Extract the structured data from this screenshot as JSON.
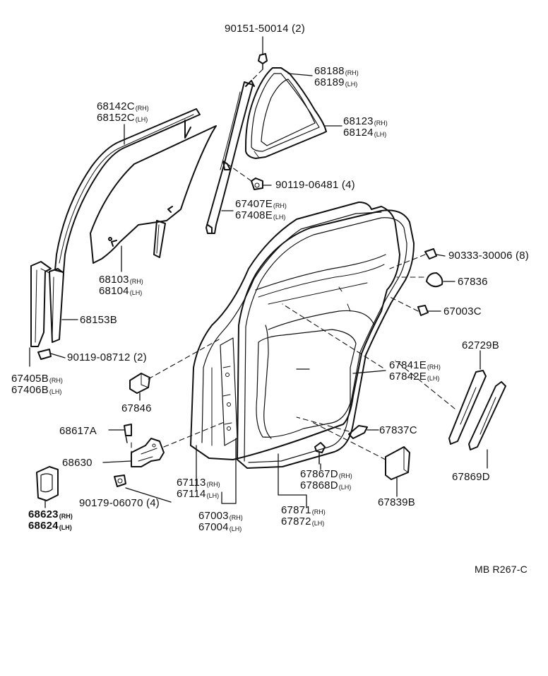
{
  "diagram": {
    "callouts": [
      {
        "id": "c01",
        "part": "90151-50014",
        "suffix": "",
        "qty": "(2)"
      },
      {
        "id": "c02",
        "part": "68188",
        "suffix": "(RH)",
        "qty": ""
      },
      {
        "id": "c03",
        "part": "68189",
        "suffix": "(LH)",
        "qty": ""
      },
      {
        "id": "c04",
        "part": "68142C",
        "suffix": "(RH)",
        "qty": ""
      },
      {
        "id": "c05",
        "part": "68152C",
        "suffix": "(LH)",
        "qty": ""
      },
      {
        "id": "c06",
        "part": "68123",
        "suffix": "(RH)",
        "qty": ""
      },
      {
        "id": "c07",
        "part": "68124",
        "suffix": "(LH)",
        "qty": ""
      },
      {
        "id": "c08",
        "part": "90119-06481",
        "suffix": "",
        "qty": "(4)"
      },
      {
        "id": "c09",
        "part": "67407E",
        "suffix": "(RH)",
        "qty": ""
      },
      {
        "id": "c10",
        "part": "67408E",
        "suffix": "(LH)",
        "qty": ""
      },
      {
        "id": "c11",
        "part": "90333-30006",
        "suffix": "",
        "qty": "(8)"
      },
      {
        "id": "c12",
        "part": "68103",
        "suffix": "(RH)",
        "qty": ""
      },
      {
        "id": "c13",
        "part": "68104",
        "suffix": "(LH)",
        "qty": ""
      },
      {
        "id": "c14",
        "part": "67836",
        "suffix": "",
        "qty": ""
      },
      {
        "id": "c15",
        "part": "67003C",
        "suffix": "",
        "qty": ""
      },
      {
        "id": "c16",
        "part": "68153B",
        "suffix": "",
        "qty": ""
      },
      {
        "id": "c17",
        "part": "62729B",
        "suffix": "",
        "qty": ""
      },
      {
        "id": "c18",
        "part": "90119-08712",
        "suffix": "",
        "qty": "(2)"
      },
      {
        "id": "c19",
        "part": "67841E",
        "suffix": "(RH)",
        "qty": ""
      },
      {
        "id": "c20",
        "part": "67842E",
        "suffix": "(LH)",
        "qty": ""
      },
      {
        "id": "c21",
        "part": "67405B",
        "suffix": "(RH)",
        "qty": ""
      },
      {
        "id": "c22",
        "part": "67406B",
        "suffix": "(LH)",
        "qty": ""
      },
      {
        "id": "c23",
        "part": "67846",
        "suffix": "",
        "qty": ""
      },
      {
        "id": "c24",
        "part": "68617A",
        "suffix": "",
        "qty": ""
      },
      {
        "id": "c25",
        "part": "67837C",
        "suffix": "",
        "qty": ""
      },
      {
        "id": "c26",
        "part": "68630",
        "suffix": "",
        "qty": ""
      },
      {
        "id": "c27",
        "part": "67113",
        "suffix": "(RH)",
        "qty": ""
      },
      {
        "id": "c28",
        "part": "67114",
        "suffix": "(LH)",
        "qty": ""
      },
      {
        "id": "c29",
        "part": "67867D",
        "suffix": "(RH)",
        "qty": ""
      },
      {
        "id": "c30",
        "part": "67868D",
        "suffix": "(LH)",
        "qty": ""
      },
      {
        "id": "c31",
        "part": "67869D",
        "suffix": "",
        "qty": ""
      },
      {
        "id": "c32",
        "part": "90179-06070",
        "suffix": "",
        "qty": "(4)"
      },
      {
        "id": "c33",
        "part": "67003",
        "suffix": "(RH)",
        "qty": ""
      },
      {
        "id": "c34",
        "part": "67004",
        "suffix": "(LH)",
        "qty": ""
      },
      {
        "id": "c35",
        "part": "67871",
        "suffix": "(RH)",
        "qty": ""
      },
      {
        "id": "c36",
        "part": "67872",
        "suffix": "(LH)",
        "qty": ""
      },
      {
        "id": "c37",
        "part": "67839B",
        "suffix": "",
        "qty": ""
      },
      {
        "id": "c38",
        "part": "68623",
        "suffix": "(RH)",
        "qty": ""
      },
      {
        "id": "c39",
        "part": "68624",
        "suffix": "(LH)",
        "qty": ""
      }
    ],
    "drawing_code": "MB R267-C"
  }
}
